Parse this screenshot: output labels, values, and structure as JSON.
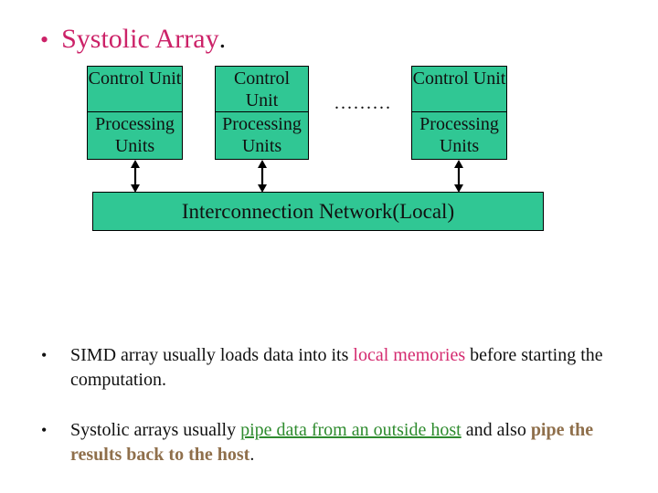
{
  "title": {
    "marker": "•",
    "text": "Systolic Array",
    "period": "."
  },
  "diagram": {
    "boxes": [
      {
        "top": "Control Unit",
        "bottom": "Processing Units"
      },
      {
        "top": "Control Unit",
        "bottom": "Processing Units"
      },
      {
        "top": "Control Unit",
        "bottom": "Processing Units"
      }
    ],
    "dots": ".........",
    "network_label": "Interconnection Network(Local)"
  },
  "bullets": {
    "b1": {
      "marker": "•",
      "line1_run1": "SIMD array usually loads data into its ",
      "line1_run2": "local memories",
      "line1_run3": " before starting the",
      "line2": "computation."
    },
    "b2": {
      "marker": "•",
      "line1_run1": "Systolic arrays usually ",
      "line1_run2": "pipe data from an outside host",
      "line1_run3": " and also ",
      "line1_run4": "pipe the",
      "line2_run1": "results back to the host",
      "line2_run2": "."
    }
  },
  "colors": {
    "title_pink": "#cc2268",
    "highlight_pink": "#d42a6f",
    "box_green": "#30c794",
    "link_green": "#2e8b2e",
    "emphasis_brown": "#8f6f4b"
  }
}
